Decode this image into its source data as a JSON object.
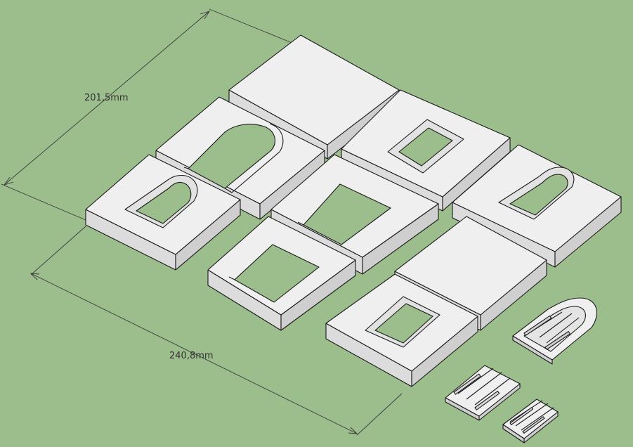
{
  "dimensions": {
    "depth_label": "201,5mm",
    "width_label": "240,8mm"
  },
  "colors": {
    "background": "#9cbd8c",
    "tile_top": "#efefef",
    "tile_left": "#dcdcdc",
    "tile_right": "#cfcfcf",
    "edge": "#1a1a1a"
  },
  "parts": [
    {
      "name": "tile-plain",
      "count": 2
    },
    {
      "name": "tile-window-rect",
      "count": 2
    },
    {
      "name": "tile-window-arched",
      "count": 2
    },
    {
      "name": "tile-door-arched",
      "count": 1
    },
    {
      "name": "tile-door-rect",
      "count": 2
    },
    {
      "name": "door-panel-arched",
      "count": 1
    },
    {
      "name": "door-panel-rect",
      "count": 2
    }
  ]
}
